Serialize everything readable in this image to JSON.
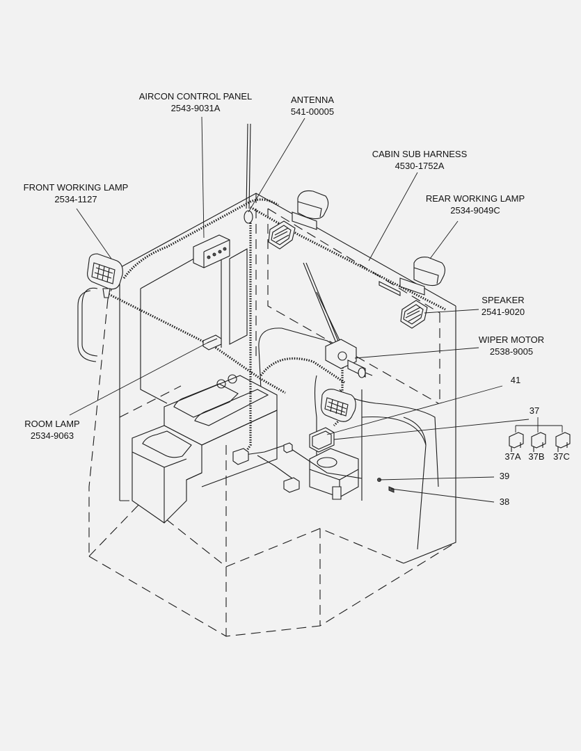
{
  "callouts": {
    "aircon_control_panel": {
      "name": "AIRCON CONTROL PANEL",
      "part_no": "2543-9031A"
    },
    "antenna": {
      "name": "ANTENNA",
      "part_no": "541-00005"
    },
    "cabin_sub_harness": {
      "name": "CABIN SUB HARNESS",
      "part_no": "4530-1752A"
    },
    "front_working_lamp": {
      "name": "FRONT WORKING LAMP",
      "part_no": "2534-1127"
    },
    "rear_working_lamp": {
      "name": "REAR WORKING LAMP",
      "part_no": "2534-9049C"
    },
    "speaker": {
      "name": "SPEAKER",
      "part_no": "2541-9020"
    },
    "wiper_motor": {
      "name": "WIPER MOTOR",
      "part_no": "2538-9005"
    },
    "room_lamp": {
      "name": "ROOM LAMP",
      "part_no": "2534-9063"
    }
  },
  "item_numbers": {
    "item_41": "41",
    "item_37": "37",
    "item_37a": "37A",
    "item_37b": "37B",
    "item_37c": "37C",
    "item_39": "39",
    "item_38": "38"
  }
}
